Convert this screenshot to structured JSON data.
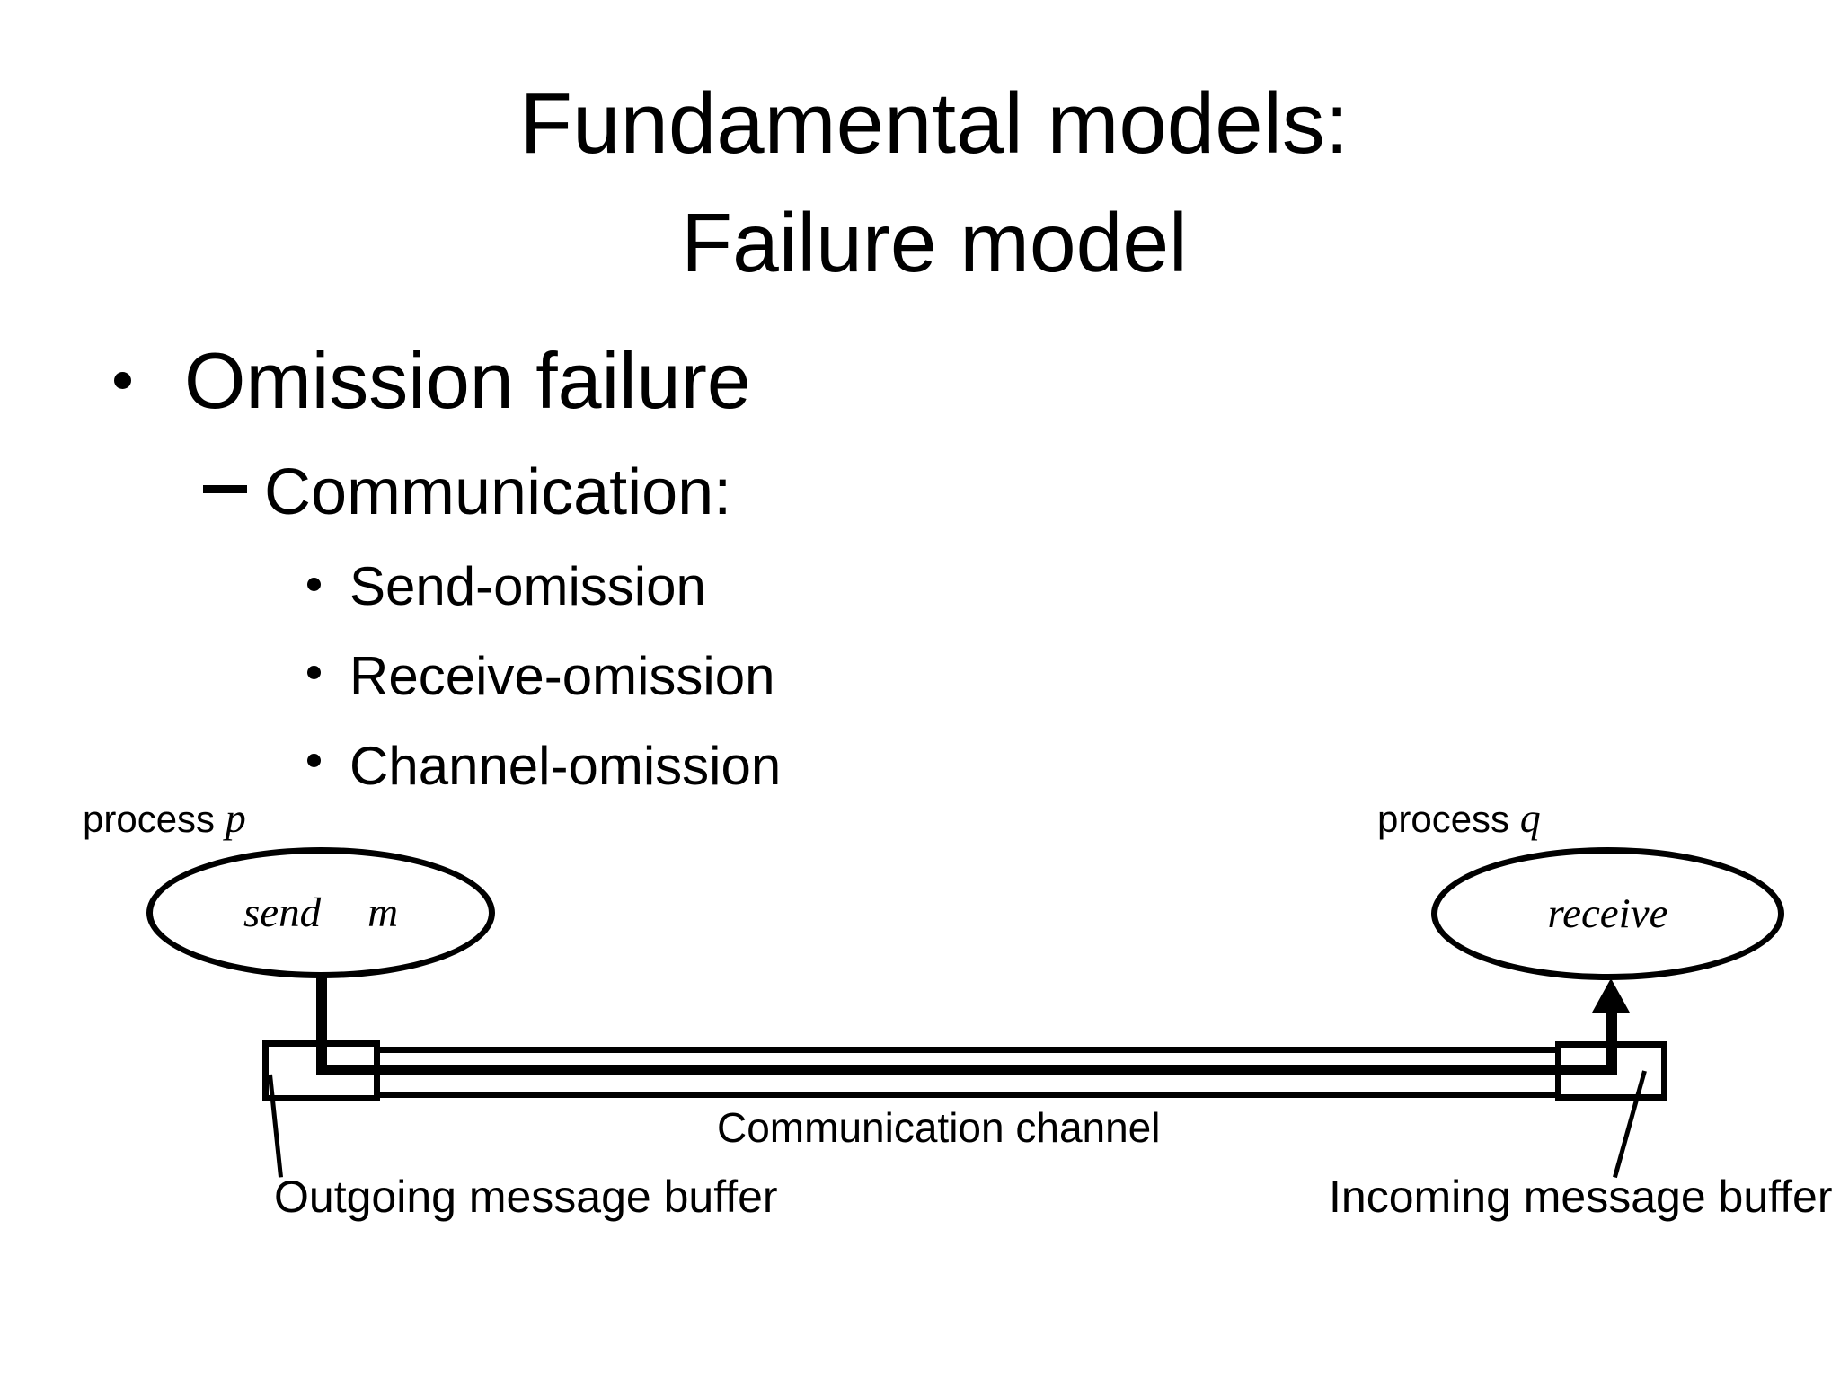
{
  "slide": {
    "title": {
      "line1": "Fundamental models:",
      "line2": "Failure model"
    },
    "bullets": {
      "level1": "Omission failure",
      "level2": "Communication:",
      "level3": [
        "Send-omission",
        "Receive-omission",
        "Channel-omission"
      ]
    },
    "diagram": {
      "process_p": {
        "label": "process",
        "var": "p"
      },
      "process_q": {
        "label": "process",
        "var": "q"
      },
      "send_op": {
        "label": "send",
        "var": "m"
      },
      "receive_op": {
        "label": "receive"
      },
      "channel_label": "Communication channel",
      "outgoing_buffer_label": "Outgoing message buffer",
      "incoming_buffer_label": "Incoming message buffer"
    },
    "colors": {
      "ink": "#000000",
      "background": "#ffffff"
    }
  }
}
